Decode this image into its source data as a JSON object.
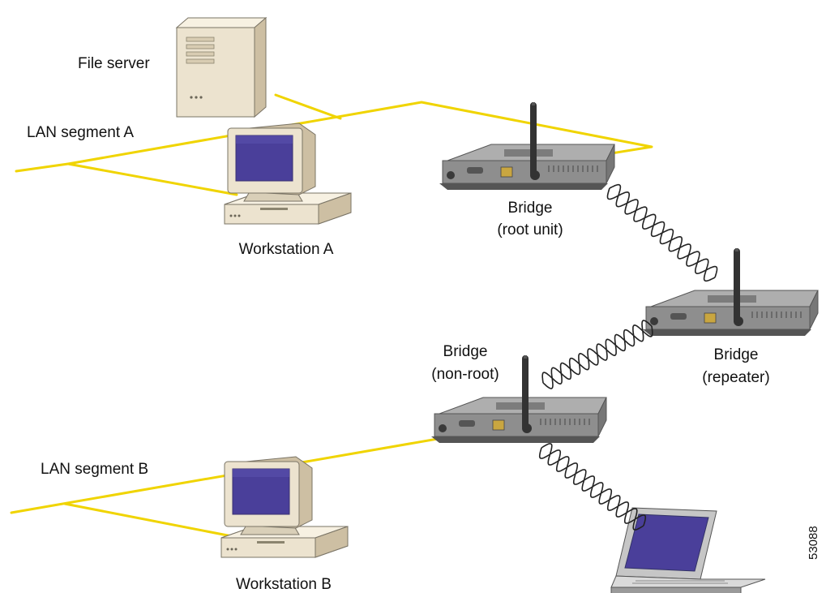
{
  "labels": {
    "file_server": "File server",
    "lan_a": "LAN segment A",
    "workstation_a": "Workstation A",
    "bridge_root_line1": "Bridge",
    "bridge_root_line2": "(root unit)",
    "bridge_repeater_line1": "Bridge",
    "bridge_repeater_line2": "(repeater)",
    "bridge_nonroot_line1": "Bridge",
    "bridge_nonroot_line2": "(non-root)",
    "lan_b": "LAN segment B",
    "workstation_b": "Workstation B",
    "figure_id": "53088"
  },
  "colors": {
    "lan_cable": "#f0d400",
    "screen": "#4a3f9a",
    "case": "#ece3cf",
    "bridge_body": "#8e8e8e"
  },
  "icons": [
    "server-icon",
    "workstation-icon",
    "bridge-icon",
    "laptop-icon",
    "radio-link-icon"
  ]
}
